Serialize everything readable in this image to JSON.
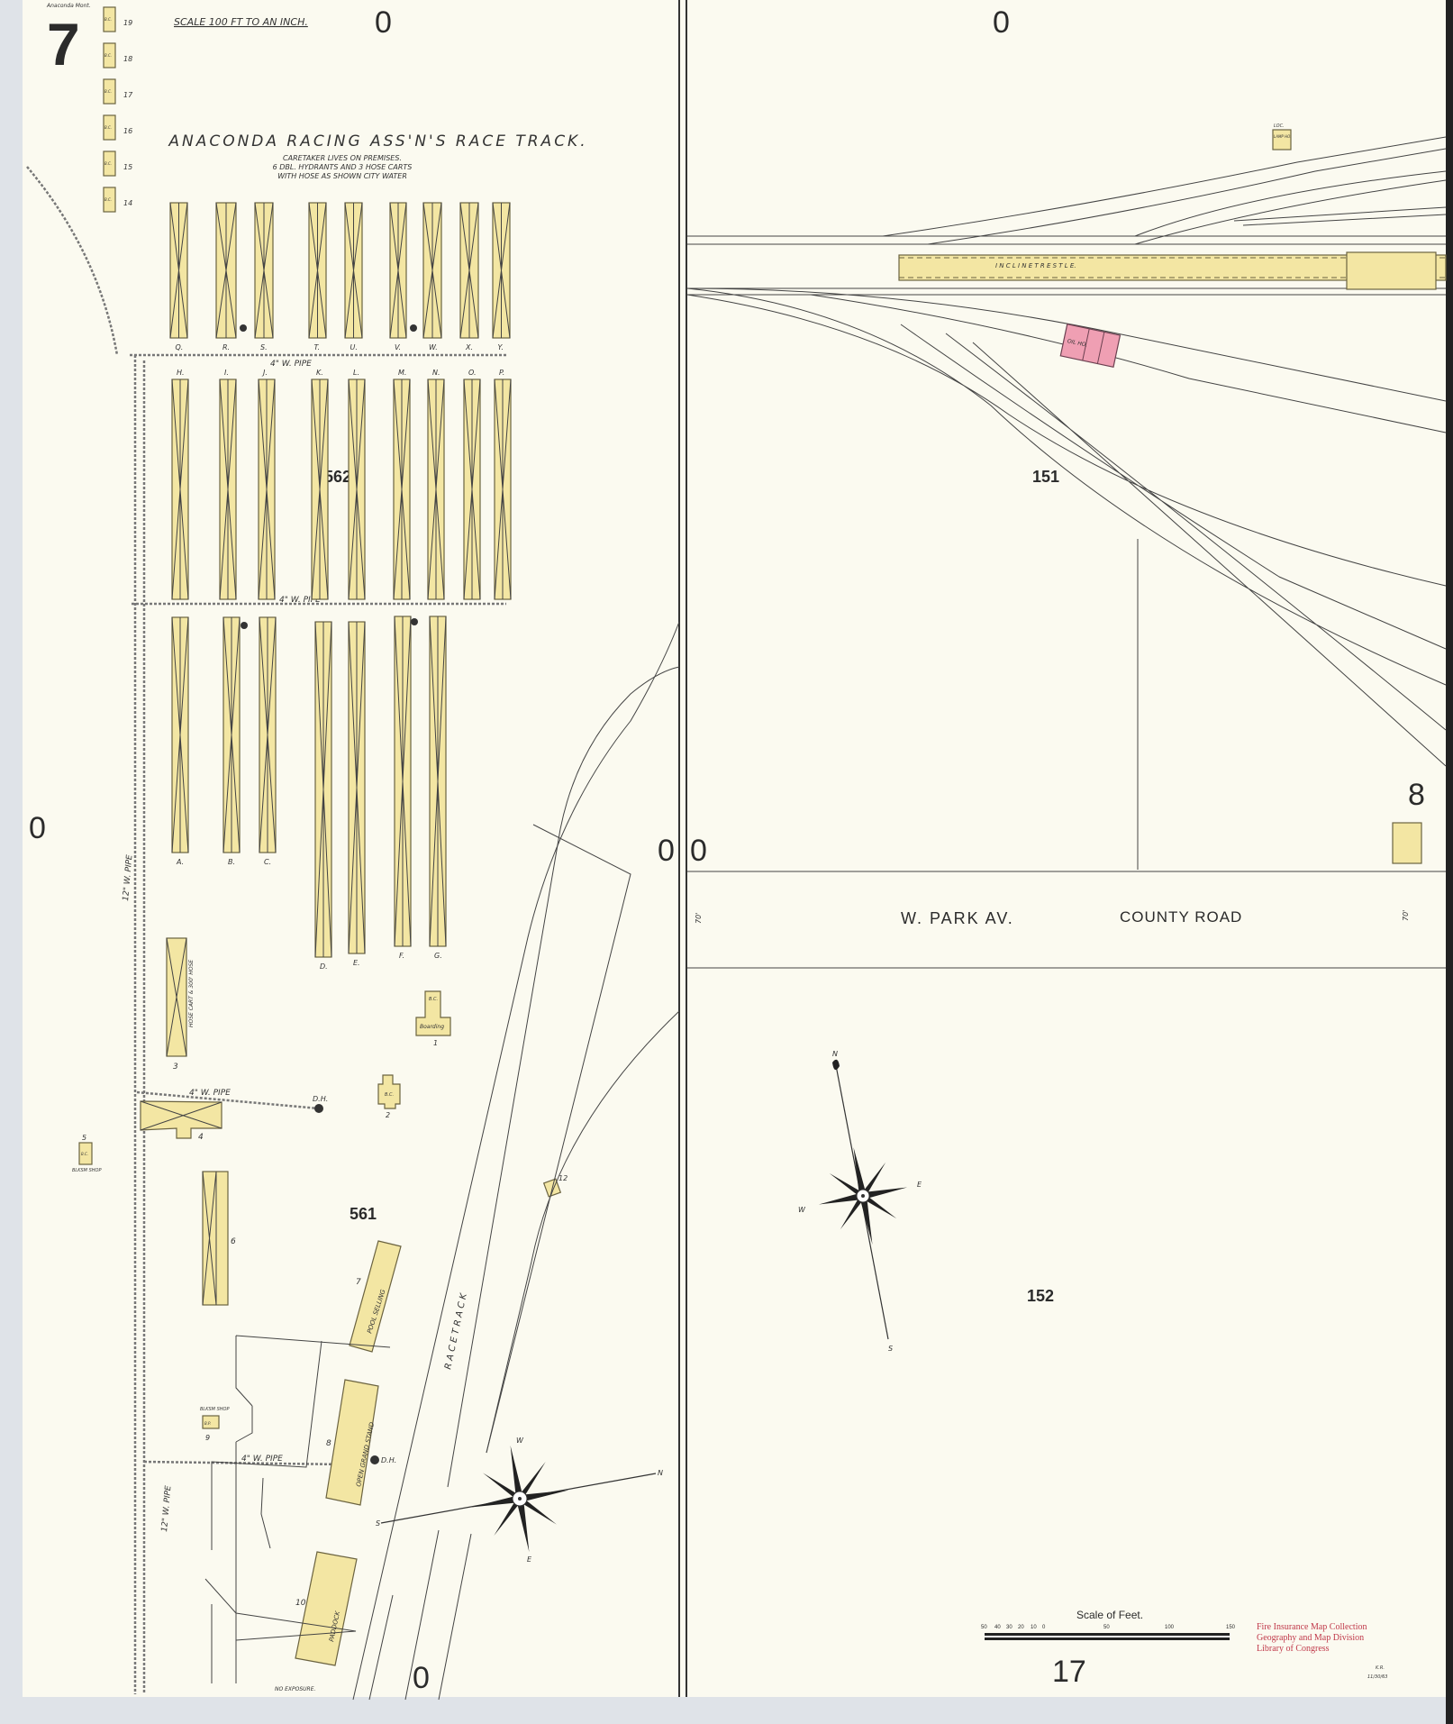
{
  "sheet": {
    "number": "7",
    "place_header": "Anaconda Mont.",
    "scale_note": "SCALE 100 FT TO AN INCH.",
    "adjoining_sheet_labels": [
      "0",
      "0",
      "0",
      "0",
      "0",
      "0",
      "8",
      "17"
    ],
    "block_numbers": [
      "562",
      "561",
      "151",
      "152"
    ]
  },
  "title": {
    "main": "ANACONDA RACING ASS'N'S RACE TRACK.",
    "notes": [
      "CARETAKER LIVES ON PREMISES.",
      "6 DBL. HYDRANTS AND 3 HOSE CARTS",
      "WITH HOSE AS SHOWN CITY WATER"
    ]
  },
  "stalls": {
    "row1": [
      "Q.",
      "R.",
      "S.",
      "T.",
      "U.",
      "V.",
      "W.",
      "X.",
      "Y."
    ],
    "row2": [
      "H.",
      "I.",
      "J.",
      "K.",
      "L.",
      "M.",
      "N.",
      "O.",
      "P."
    ],
    "row3": [
      "A.",
      "B.",
      "C.",
      "D.",
      "E.",
      "F.",
      "G."
    ]
  },
  "small_buildings": [
    {
      "number": "19",
      "code": "B.C."
    },
    {
      "number": "18",
      "code": "B.C."
    },
    {
      "number": "17",
      "code": "B.C."
    },
    {
      "number": "16",
      "code": "B.C."
    },
    {
      "number": "15",
      "code": "B.C."
    },
    {
      "number": "14",
      "code": "B.C."
    }
  ],
  "buildings": {
    "b1": {
      "number": "1",
      "label": "Boarding",
      "code": "B.C."
    },
    "b2": {
      "number": "2",
      "code": "B.C."
    },
    "b3": {
      "number": "3",
      "label": "HOSE CART & 300' HOSE"
    },
    "b4": {
      "number": "4"
    },
    "b5": {
      "number": "5",
      "label": "BLKSM SHOP",
      "code": "B.C."
    },
    "b6": {
      "number": "6"
    },
    "b7": {
      "number": "7",
      "label": "POOL SELLING"
    },
    "b8": {
      "number": "8",
      "label": "OPEN GRAND STAND"
    },
    "b9": {
      "number": "9",
      "label": "BLKSM SHOP",
      "code": "B.P."
    },
    "b10": {
      "number": "10",
      "label": "PADDOCK"
    },
    "b12": {
      "number": "12"
    }
  },
  "annotations": {
    "pipe": "4\" W. PIPE",
    "pipe_long": "12\" W. PIPE",
    "hydrant": "D.H.",
    "no_exposure": "NO EXPOSURE.",
    "race_track": "R A C E     T R A C K",
    "trestle": "I N C L I N E     T R E S T L E.",
    "oil_house": "OIL HO.",
    "lamp_house": "LAMP HO.",
    "loc": "LOC."
  },
  "streets": {
    "park_av": "W. PARK   AV.",
    "county_road": "COUNTY ROAD",
    "width": "70'"
  },
  "compass": {
    "n": "N",
    "s": "S",
    "e": "E",
    "w": "W"
  },
  "scale_bar": {
    "title": "Scale of Feet.",
    "ticks": [
      "50",
      "40",
      "30",
      "20",
      "10",
      "0",
      "50",
      "100",
      "150"
    ]
  },
  "stamp": {
    "lines": [
      "Fire Insurance Map Collection",
      "Geography and Map Division",
      "Library of Congress"
    ],
    "color": "#c0394a"
  },
  "initials": {
    "by": "K.R.",
    "date": "11/30/63"
  },
  "colors": {
    "paper": "#fbfaf0",
    "frame": "#f3e6a3",
    "brick": "#ef9fb3",
    "margin": "#dfe3e8"
  }
}
